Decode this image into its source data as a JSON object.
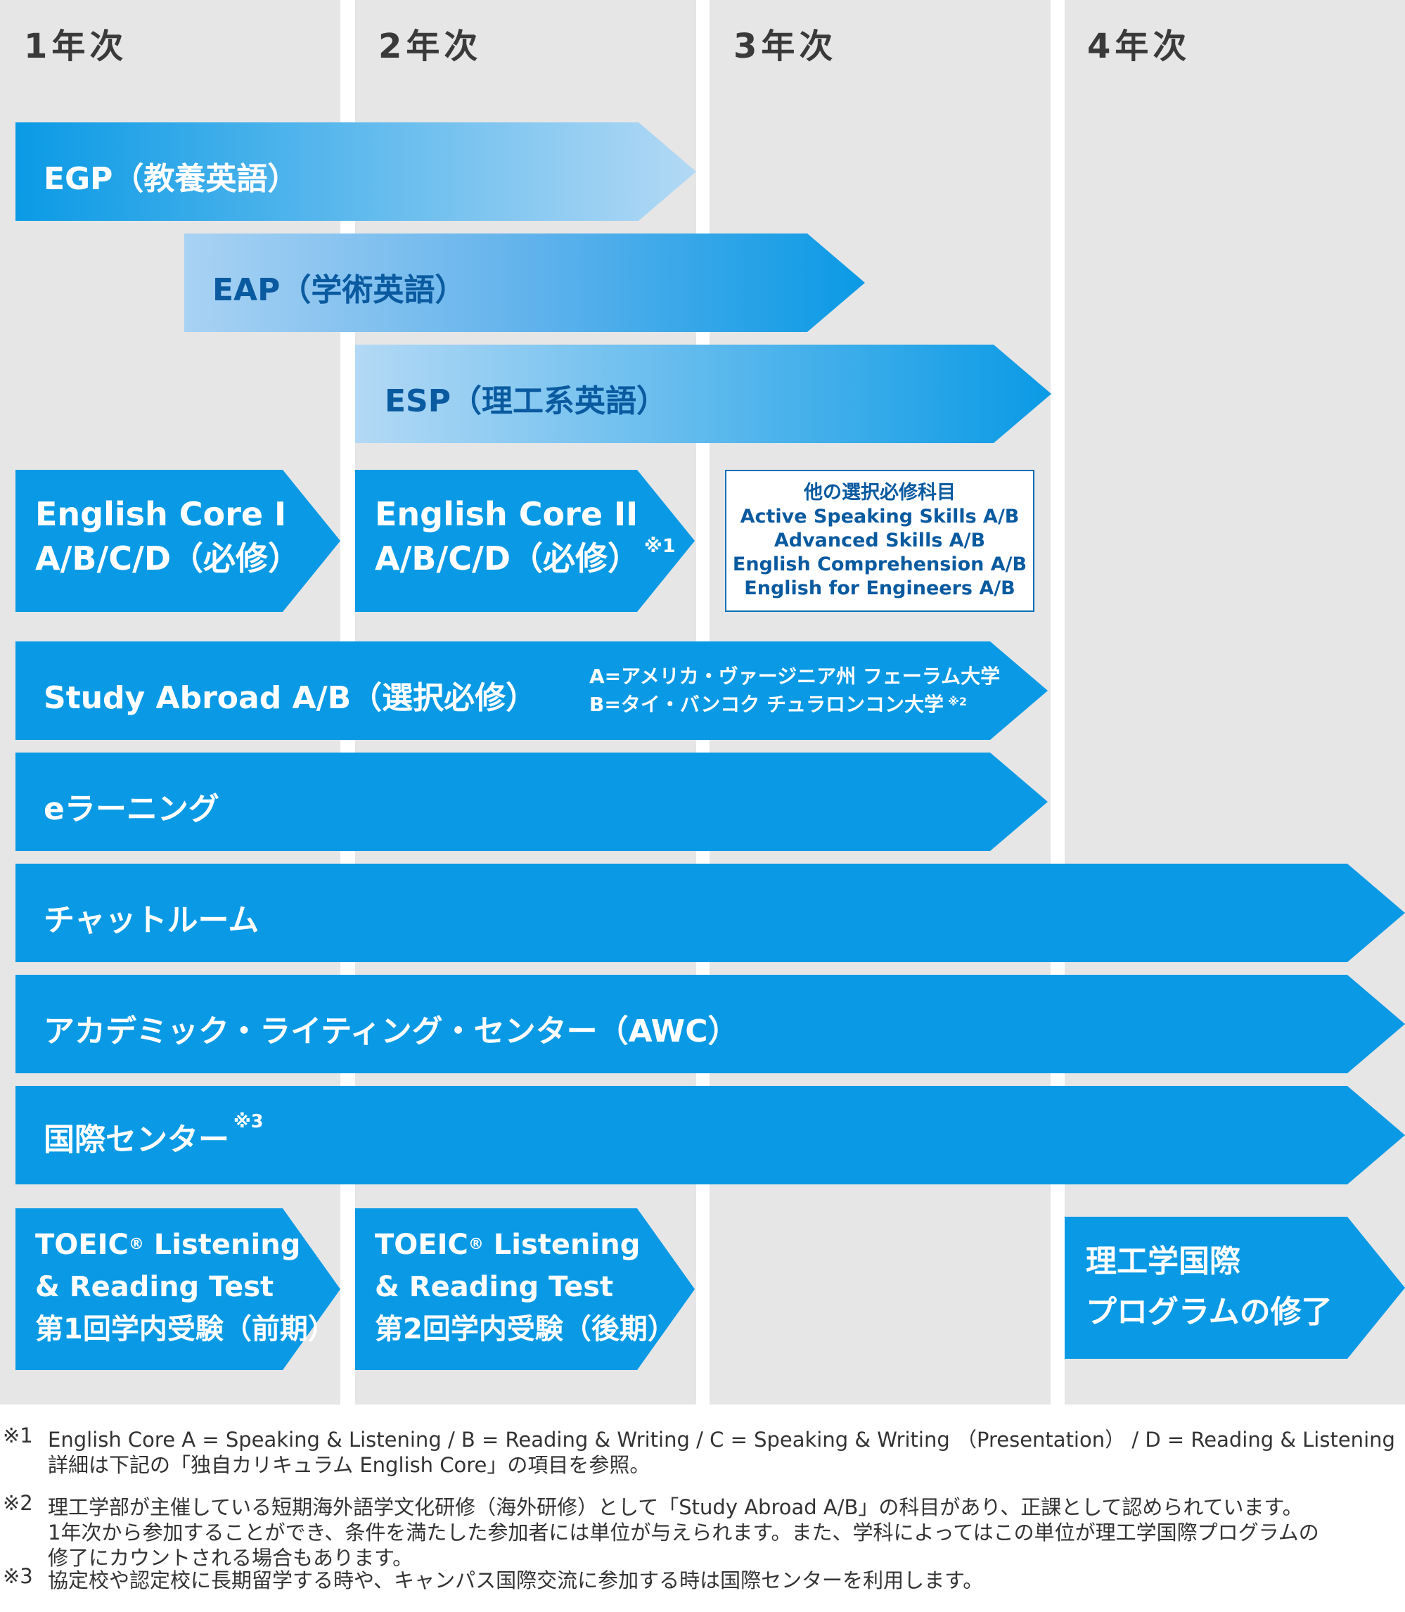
{
  "years": [
    "1年次",
    "2年次",
    "3年次",
    "4年次"
  ],
  "egp": {
    "label": "EGP（教養英語）"
  },
  "eap": {
    "label": "EAP（学術英語）"
  },
  "esp": {
    "label": "ESP（理工系英語）"
  },
  "core1": {
    "line1": "English Core I",
    "line2": "A/B/C/D（必修）"
  },
  "core2": {
    "line1": "English Core II",
    "line2": "A/B/C/D（必修）",
    "note": "※1"
  },
  "electives": {
    "title": "他の選択必修科目",
    "items": [
      "Active Speaking Skills A/B",
      "Advanced Skills A/B",
      "English Comprehension A/B",
      "English for Engineers A/B"
    ]
  },
  "study_abroad": {
    "label": "Study Abroad A/B（選択必修）",
    "line_a": "A=アメリカ・ヴァージニア州 フェーラム大学",
    "line_b": "B=タイ・バンコク チュラロンコン大学",
    "note": "※2"
  },
  "elearning": {
    "label": "eラーニング"
  },
  "chatroom": {
    "label": "チャットルーム"
  },
  "awc": {
    "label": "アカデミック・ライティング・センター（AWC）"
  },
  "intl_center": {
    "label": "国際センター",
    "note": "※3"
  },
  "toeic1": {
    "line1": "TOEIC",
    "reg": "®",
    "line1b": " Listening",
    "line2": "& Reading Test",
    "line3": "第1回学内受験（前期）"
  },
  "toeic2": {
    "line1": "TOEIC",
    "reg": "®",
    "line1b": " Listening",
    "line2": "& Reading Test",
    "line3": "第2回学内受験（後期）"
  },
  "completion": {
    "line1": "理工学国際",
    "line2": "プログラムの修了"
  },
  "colors": {
    "primary": "#0a9ae5",
    "light": "#a7d1f3",
    "column_bg": "#e6e6e6",
    "dark_text": "#0a5aa0"
  },
  "footnotes": [
    {
      "mark": "※1",
      "lines": [
        "English Core A = Speaking & Listening / B = Reading & Writing / C = Speaking & Writing （Presentation） / D = Reading & Listening",
        "詳細は下記の「独自カリキュラム English Core」の項目を参照。"
      ]
    },
    {
      "mark": "※2",
      "lines": [
        "理工学部が主催している短期海外語学文化研修（海外研修）として「Study Abroad A/B」の科目があり、正課として認められています。",
        "1年次から参加することができ、条件を満たした参加者には単位が与えられます。また、学科によってはこの単位が理工学国際プログラムの",
        "修了にカウントされる場合もあります。"
      ]
    },
    {
      "mark": "※3",
      "lines": [
        "協定校や認定校に長期留学する時や、キャンパス国際交流に参加する時は国際センターを利用します。"
      ]
    }
  ]
}
